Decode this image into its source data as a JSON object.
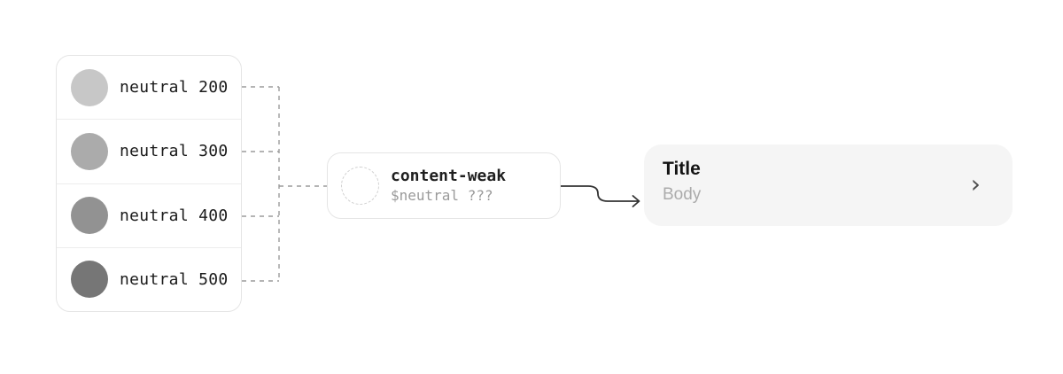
{
  "colors": {
    "canvas_bg": "#ffffff",
    "panel_border": "#e5e5e5",
    "row_divider": "#ededed",
    "dashed_wire": "#9b9b9b",
    "arrow": "#333333",
    "card_bg": "#f5f5f5",
    "label_text": "#1a1a1a",
    "muted_text": "#9a9a9a"
  },
  "scale_panel": {
    "items": [
      {
        "label": "neutral 200",
        "color": "#c7c7c7"
      },
      {
        "label": "neutral 300",
        "color": "#ababab"
      },
      {
        "label": "neutral 400",
        "color": "#929292"
      },
      {
        "label": "neutral 500",
        "color": "#767676"
      }
    ]
  },
  "token_node": {
    "name": "content-weak",
    "value": "$neutral ???"
  },
  "preview_card": {
    "title": "Title",
    "body": "Body",
    "chevron": "›"
  }
}
